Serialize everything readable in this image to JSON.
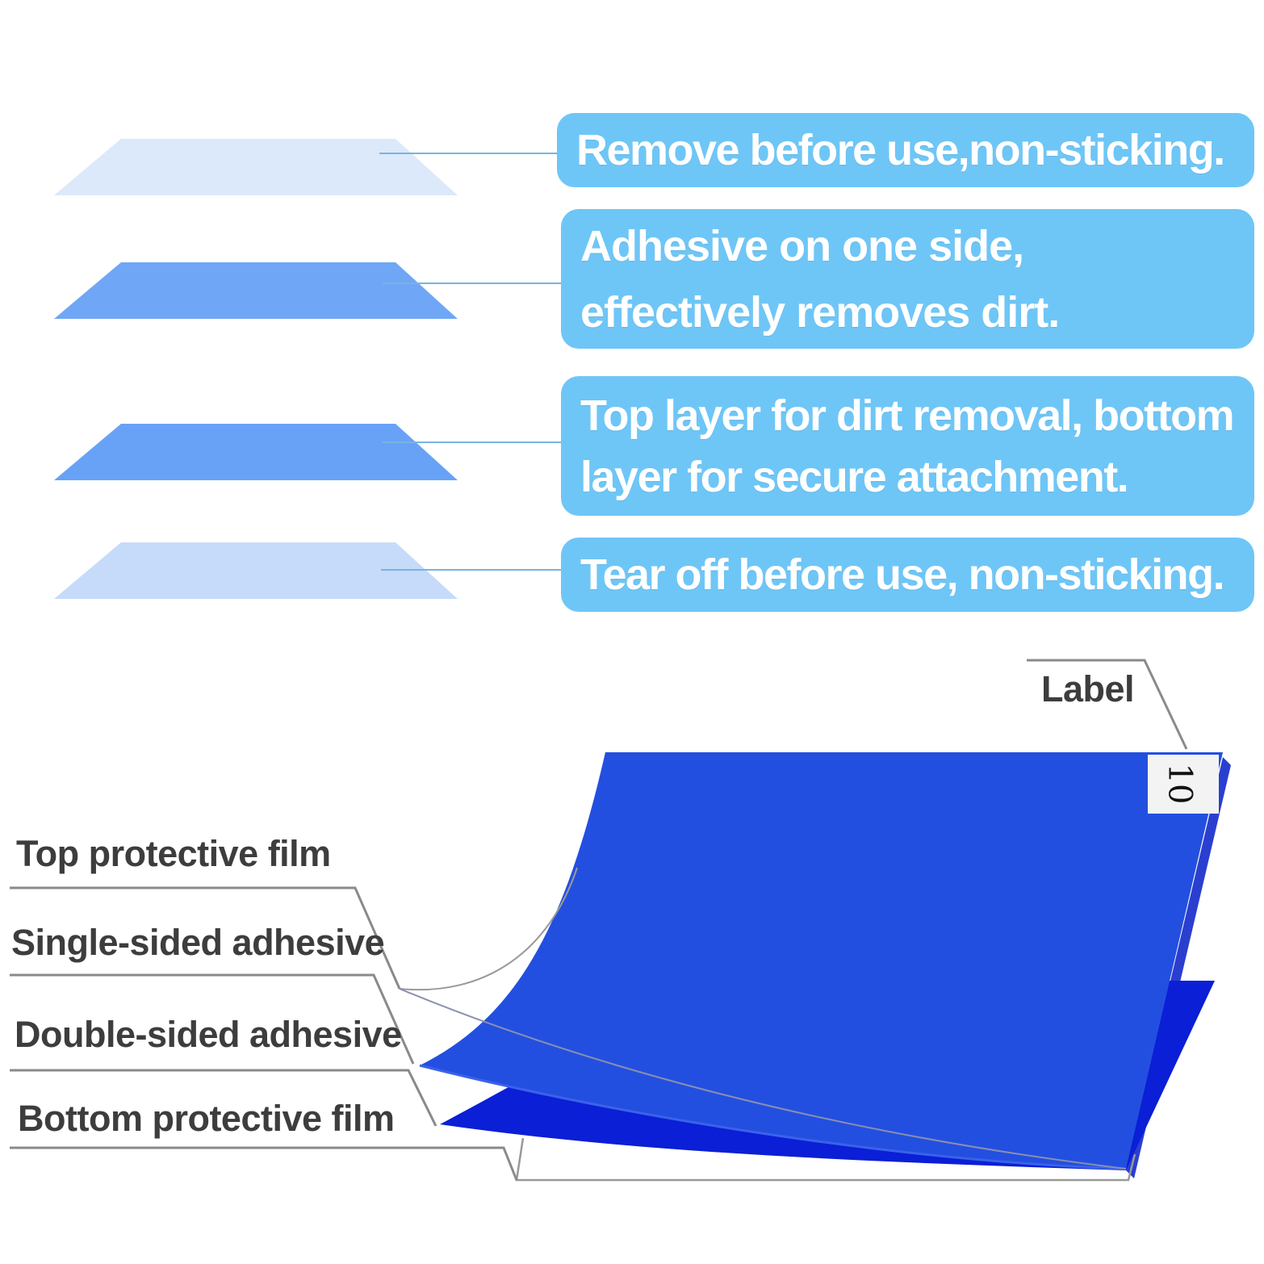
{
  "callouts": {
    "top_film": "Remove before use,non-sticking.",
    "single_adhesive": "Adhesive on one side, effectively removes dirt.",
    "double_adhesive": "Top layer for dirt removal, bottom layer for secure attachment.",
    "bottom_film": "Tear off before use, non-sticking."
  },
  "labels": {
    "top_film": "Top protective film",
    "single_adhesive": "Single-sided adhesive",
    "double_adhesive": "Double-sided adhesive",
    "bottom_film": "Bottom protective film",
    "label": "Label"
  },
  "tag_number": "10",
  "colors": {
    "callout_bg": "#6ec6f7",
    "callout_text": "#ffffff",
    "layer_top_film": "#dce9fb",
    "layer_single_adhesive": "#6fa7f6",
    "layer_double_adhesive": "#68a2f6",
    "layer_bottom_film": "#c6dbf9",
    "mat_blue": "#234fe0",
    "mat_dark_blue": "#0a1fd6",
    "label_text": "#3d3d3d"
  }
}
